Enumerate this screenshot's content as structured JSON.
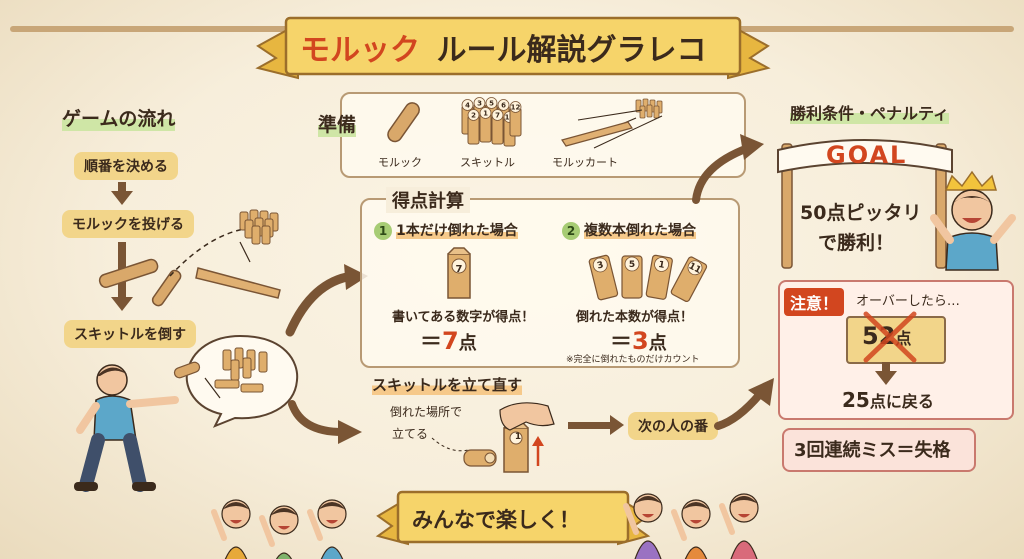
{
  "banner": {
    "title_accent": "モルック",
    "title_rest": "ルール解説グラレコ"
  },
  "flow": {
    "heading": "ゲームの流れ",
    "steps": [
      "順番を決める",
      "モルックを投げる",
      "スキットルを倒す"
    ]
  },
  "prep": {
    "heading": "準備",
    "items": [
      "モルック",
      "スキットル",
      "モルッカート"
    ],
    "pin_numbers": [
      "4",
      "3",
      "5",
      "6",
      "2",
      "1",
      "7",
      "11",
      "12"
    ]
  },
  "scoring": {
    "heading": "得点計算",
    "case1": {
      "num": "1",
      "label": "1本だけ倒れた場合",
      "pin": "7",
      "text": "書いてある数字が得点！",
      "eq": "＝",
      "value": "7",
      "unit": "点"
    },
    "case2": {
      "num": "2",
      "label": "複数本倒れた場合",
      "pins": [
        "3",
        "5",
        "1",
        "11"
      ],
      "text": "倒れた本数が得点！",
      "eq": "＝",
      "value": "3",
      "unit": "点",
      "note": "※完全に倒れたものだけカウント"
    }
  },
  "reset": {
    "heading": "スキットルを立て直す",
    "line1": "倒れた場所で",
    "line2": "立てる",
    "pin": "1"
  },
  "next_turn": "次の人の番",
  "win": {
    "heading": "勝利条件・ペナルティ",
    "goal": "GOAL",
    "line1": "50点ピッタリ",
    "line2": "で勝利！"
  },
  "caution": {
    "label": "注意！",
    "text": "オーバーしたら…",
    "over_value": "52",
    "over_unit": "点",
    "reset_value": "25",
    "reset_text": "点に戻る"
  },
  "penalty": "3回連続ミス＝失格",
  "footer": "みんなで楽しく！",
  "colors": {
    "accent_red": "#d2461f",
    "banner_yellow": "#f1c94e",
    "wood": "#d9a86a",
    "brown": "#7a5535"
  }
}
